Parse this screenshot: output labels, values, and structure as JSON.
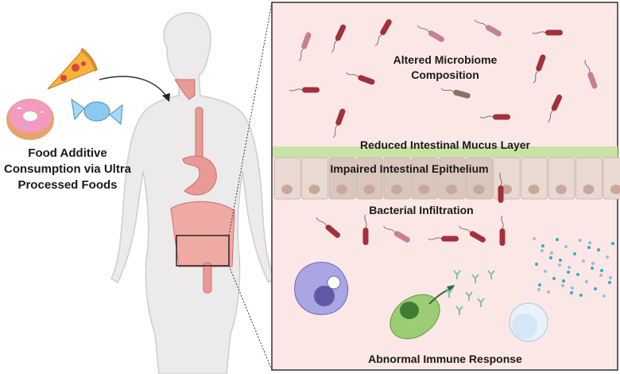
{
  "left": {
    "caption_lines": [
      "Food Additive",
      "Consumption via Ultra",
      "Processed Foods"
    ]
  },
  "panel": {
    "microbiome_lines": [
      "Altered Microbiome",
      "Composition"
    ],
    "mucus_label": "Reduced Intestinal Mucus Layer",
    "epithelium_label": "Impaired Intestinal Epithelium",
    "infiltration_label": "Bacterial Infiltration",
    "immune_label": "Abnormal Immune Response"
  },
  "colors": {
    "panel_bg": "#fbe8e6",
    "mucus": "#c9e3a4",
    "cell": "#e6d8d0",
    "bacteria_dark": "#a3303a",
    "bacteria_light": "#c77f93"
  }
}
